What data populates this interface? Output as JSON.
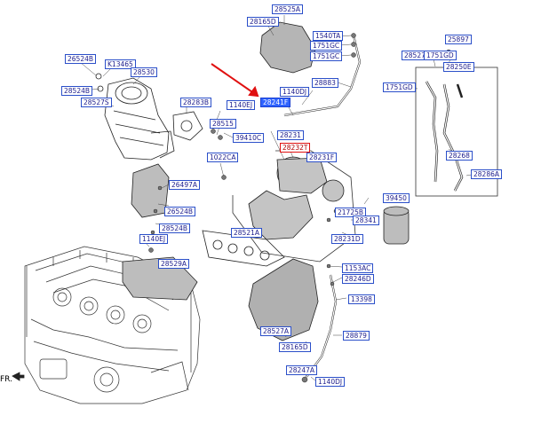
{
  "labels": {
    "p28525A": "28525A",
    "p28165D_top": "28165D",
    "p1540TA": "1540TA",
    "p1751GC_a": "1751GC",
    "p1751GC_b": "1751GC",
    "p25897": "25897",
    "p28527": "28527",
    "p1751GD_r": "1751GD",
    "p28250E": "28250E",
    "p26524B_top": "26524B",
    "pK13465": "K13465",
    "p28530": "28530",
    "p28524B_l": "28524B",
    "p28527S": "28527S",
    "p28283B": "28283B",
    "p28883": "28883",
    "p1140DJ_top": "1140DJ",
    "p28241F": "28241F",
    "p1140EJ_top": "1140EJ",
    "p28515": "28515",
    "p39410C": "39410C",
    "p28231": "28231",
    "p28232T": "28232T",
    "p1751GD_m": "1751GD",
    "p1022CA": "1022CA",
    "p28231F": "28231F",
    "p28268": "28268",
    "p28286A": "28286A",
    "p26497A": "26497A",
    "p26524B_m": "26524B",
    "p39450": "39450",
    "p21725B": "21725B",
    "p28341": "28341",
    "p28231D": "28231D",
    "p28521A": "28521A",
    "p28524B_b": "28524B",
    "p1140EJ_b": "1140EJ",
    "p28529A": "28529A",
    "p1153AC": "1153AC",
    "p28246D": "28246D",
    "p13398": "13398",
    "p28527A": "28527A",
    "p28879": "28879",
    "p28165D_b": "28165D",
    "p28247A": "28247A",
    "p1140DJ_b": "1140DJ"
  },
  "orientation_label": "FR.",
  "highlight_colors": {
    "red_callout": "#e01010",
    "selected": "#2f63ff",
    "label_border": "#2b4fc9"
  }
}
